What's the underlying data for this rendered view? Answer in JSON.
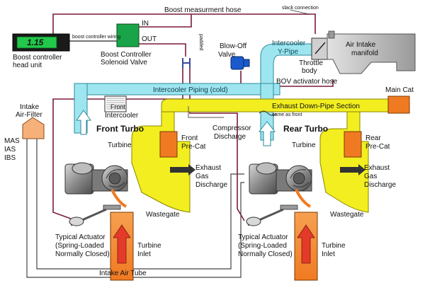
{
  "labels": {
    "boost_measurement_hose": "Boost measurment hose",
    "slack_connection": "slack connection",
    "in": "IN",
    "out": "OUT",
    "head_unit_value": "1.15",
    "boost_controller_wiring": "boost controller wiring",
    "head_unit_l1": "Boost controller",
    "head_unit_l2": "head unit",
    "solenoid_l1": "Boost Controller",
    "solenoid_l2": "Solenoid Valve",
    "padded": "padded",
    "blow_off_l1": "Blow-Off",
    "blow_off_l2": "Valve",
    "y_pipe_l1": "Intercooler",
    "y_pipe_l2": "Y-Pipe",
    "air_intake_l1": "Air Intake",
    "air_intake_l2": "manifold",
    "throttle_l1": "Throttle",
    "throttle_l2": "body",
    "bov_hose": "BOV activator hose",
    "ic_piping": "Intercooler Piping (cold)",
    "front_ic_l1": "Front",
    "front_ic_l2": "Intercooler",
    "main_cat": "Main Cat",
    "exhaust_downpipe": "Exhaust Down-Pipe Section",
    "same_as_front": "same as front",
    "intake_filter_l1": "Intake",
    "intake_filter_l2": "Air-Filter",
    "mas": "MAS",
    "ias": "IAS",
    "ibs": "IBS",
    "front_turbo": "Front Turbo",
    "rear_turbo": "Rear Turbo",
    "front_precat_l1": "Front",
    "front_precat_l2": "Pre-Cat",
    "rear_precat_l1": "Rear",
    "rear_precat_l2": "Pre-Cat",
    "compressor_l1": "Compressor",
    "compressor_l2": "Discharge",
    "turbine_front": "Turbine",
    "turbine_rear": "Turbine",
    "exh_front_l1": "Exhaust",
    "exh_front_l2": "Gas",
    "exh_front_l3": "Discharge",
    "exh_rear_l1": "Exhaust",
    "exh_rear_l2": "Gas",
    "exh_rear_l3": "Discharge",
    "wastegate_front": "Wastegate",
    "wastegate_rear": "Wastegate",
    "actuator_front_l1": "Typical Actuator",
    "actuator_front_l2": "(Spring-Loaded",
    "actuator_front_l3": "Normally Closed)",
    "actuator_rear_l1": "Typical Actuator",
    "actuator_rear_l2": "(Spring-Loaded",
    "actuator_rear_l3": "Normally Closed)",
    "turbine_inlet_front_l1": "Turbine",
    "turbine_inlet_front_l2": "Inlet",
    "turbine_inlet_rear_l1": "Turbine",
    "turbine_inlet_rear_l2": "Inlet",
    "intake_air_tube": "Intake Air Tube"
  },
  "colors": {
    "cold_pipe": "#9ee6ef",
    "cold_pipe_edge": "#2a8a9a",
    "exhaust": "#f2ee20",
    "exhaust_edge": "#8a8600",
    "cat": "#f07a22",
    "hot_inlet": "#f07a22",
    "arrow_red": "#e43a2a",
    "solenoid": "#1aa44a",
    "display": "#22c84a",
    "hose": "#7a1a3a",
    "turbo_grey": "#8a8a8a",
    "manifold_grey": "#c8c8c8"
  }
}
